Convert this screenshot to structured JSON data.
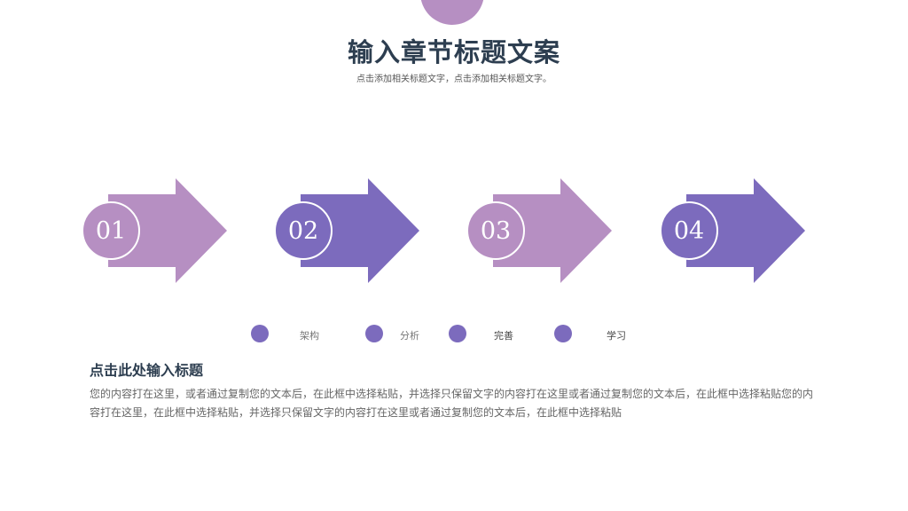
{
  "header": {
    "title": "输入章节标题文案",
    "subtitle": "点击添加相关标题文字，点击添加相关标题文字。"
  },
  "steps": [
    {
      "number": "01",
      "color": "#b68fc2"
    },
    {
      "number": "02",
      "color": "#7c6bbd"
    },
    {
      "number": "03",
      "color": "#b68fc2"
    },
    {
      "number": "04",
      "color": "#7c6bbd"
    }
  ],
  "legend": [
    {
      "label": "架构",
      "color": "#7c6bbd"
    },
    {
      "label": "分析",
      "color": "#7c6bbd"
    },
    {
      "label": "完善",
      "color": "#7c6bbd"
    },
    {
      "label": "学习",
      "color": "#7c6bbd"
    }
  ],
  "section": {
    "heading": "点击此处输入标题",
    "body": "您的内容打在这里，或者通过复制您的文本后，在此框中选择粘贴，并选择只保留文字的内容打在这里或者通过复制您的文本后，在此框中选择粘贴您的内容打在这里，在此框中选择粘贴，并选择只保留文字的内容打在这里或者通过复制您的文本后，在此框中选择粘贴"
  }
}
